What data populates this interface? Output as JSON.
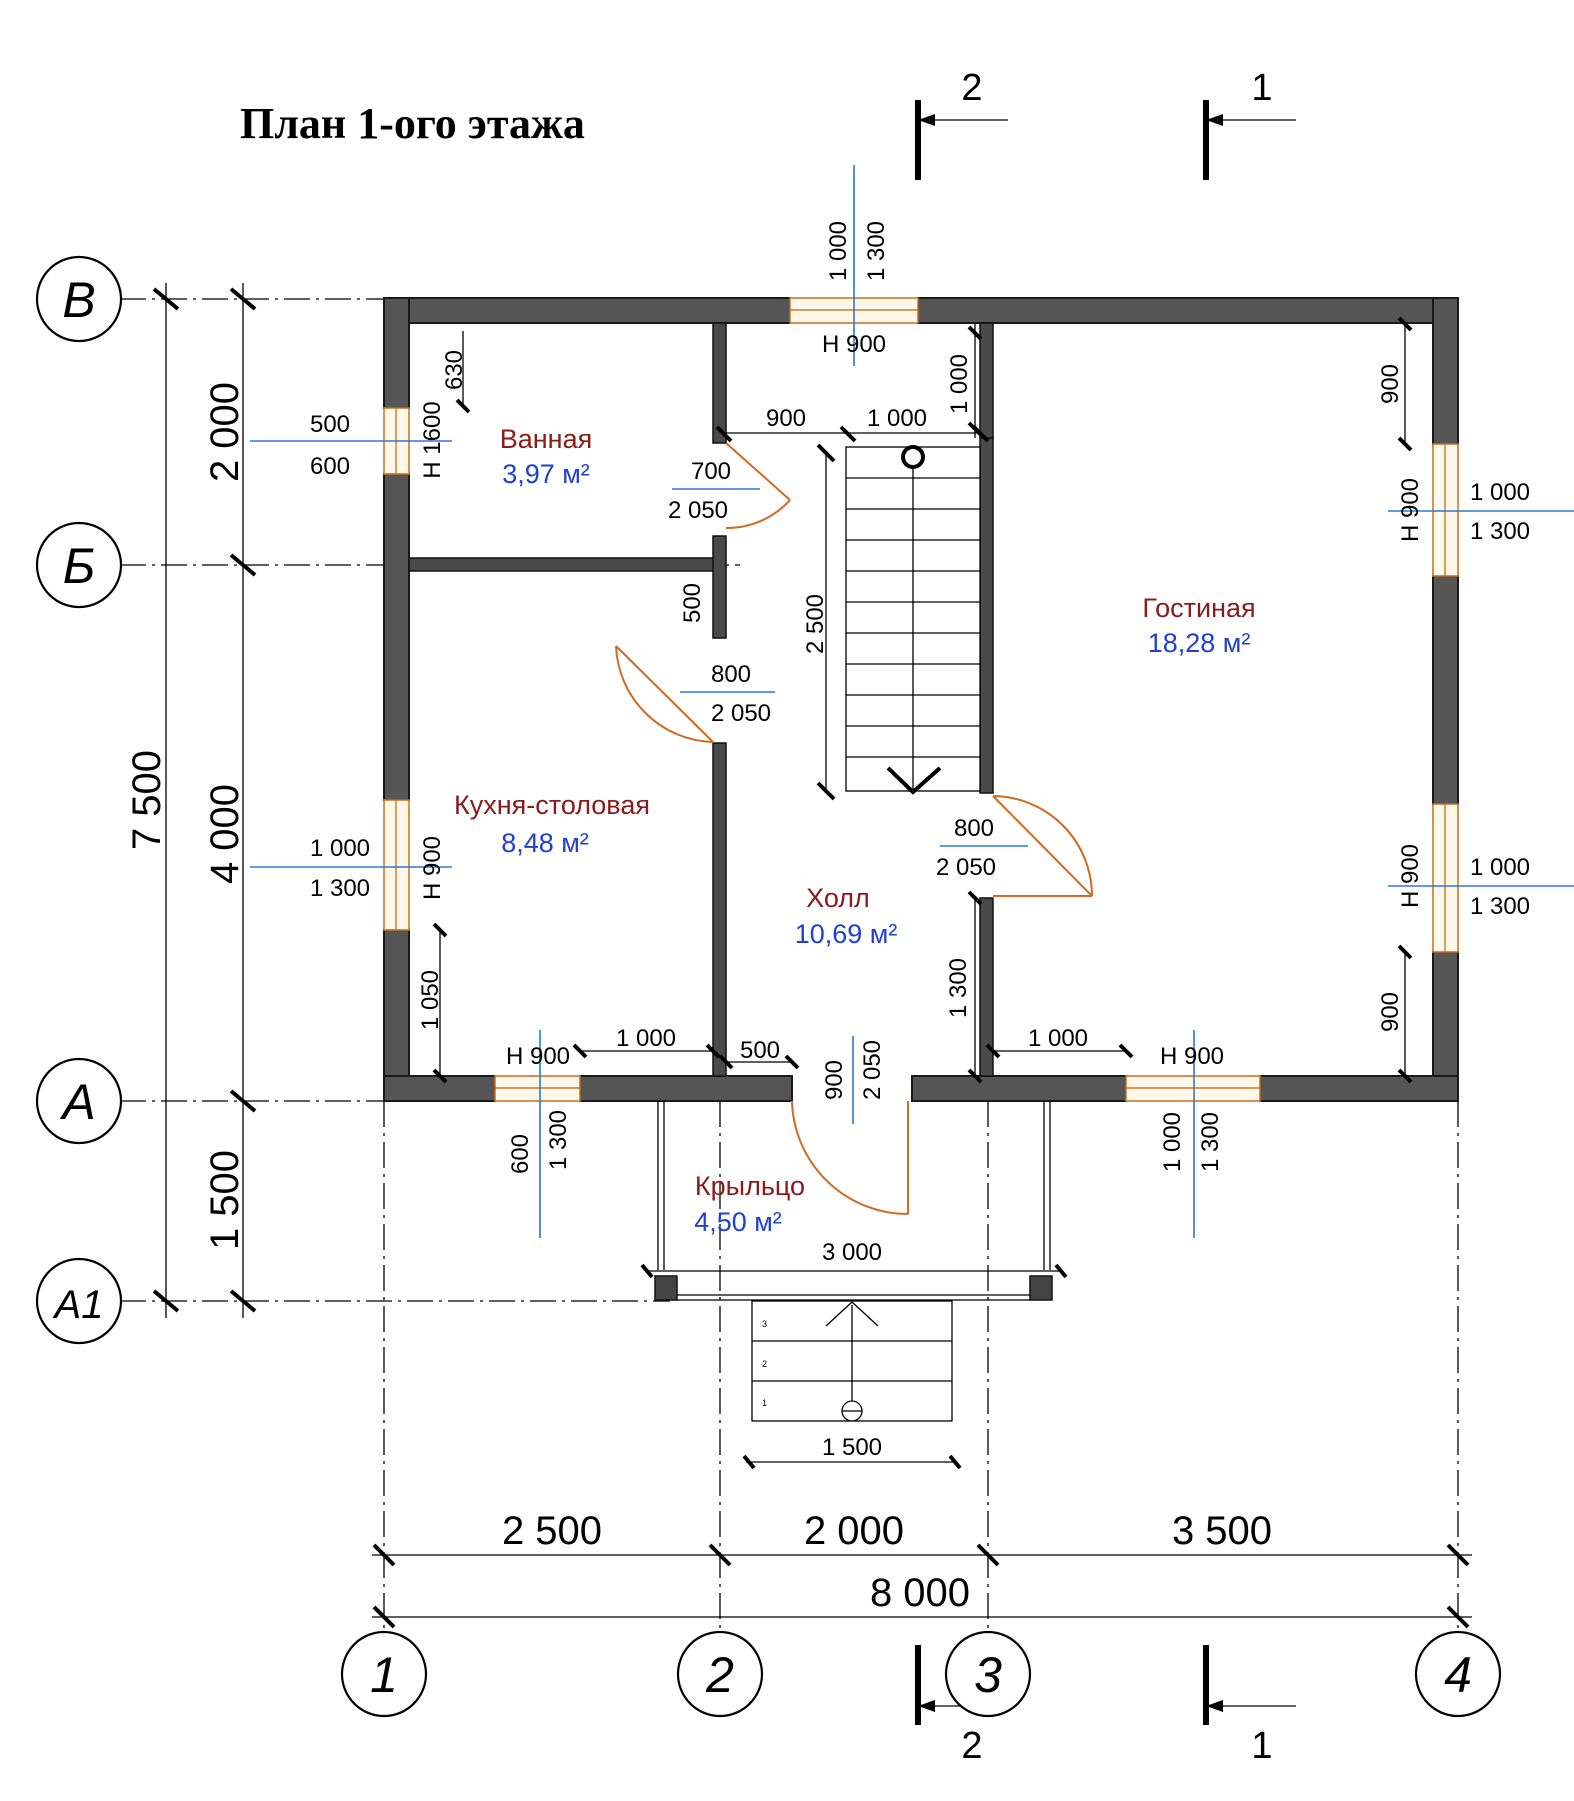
{
  "title": "План 1-ого этажа",
  "axes": {
    "rows": [
      "В",
      "Б",
      "А",
      "А1"
    ],
    "cols": [
      "1",
      "2",
      "3",
      "4"
    ]
  },
  "section_marks": {
    "s1": "1",
    "s2": "2"
  },
  "rooms": {
    "bath": {
      "name": "Ванная",
      "area": "3,97 м²"
    },
    "living": {
      "name": "Гостиная",
      "area": "18,28 м²"
    },
    "kitchen": {
      "name": "Кухня-столовая",
      "area": "8,48 м²"
    },
    "hall": {
      "name": "Холл",
      "area": "10,69 м²"
    },
    "porch": {
      "name": "Крыльцо",
      "area": "4,50 м²"
    }
  },
  "dims": {
    "left_total": "7 500",
    "left_2000": "2 000",
    "left_4000": "4 000",
    "left_1500": "1 500",
    "bottom_2500": "2 500",
    "bottom_2000": "2 000",
    "bottom_3500": "3 500",
    "bottom_total": "8 000",
    "porch_3000": "3 000",
    "steps_1500": "1 500",
    "stair_2500": "2 500"
  },
  "labels": {
    "v1000": "1 000",
    "v1300": "1 300",
    "v900": "900",
    "v500": "500",
    "v600": "600",
    "v630": "630",
    "v700": "700",
    "v800": "800",
    "v2050": "2 050",
    "v1050": "1 050",
    "v1600": "1600",
    "h900": "Н  900",
    "h_v": "Н",
    "h1600": "Н  1600",
    "h900_v": "Н  900"
  },
  "steps": [
    "3",
    "2",
    "1"
  ]
}
